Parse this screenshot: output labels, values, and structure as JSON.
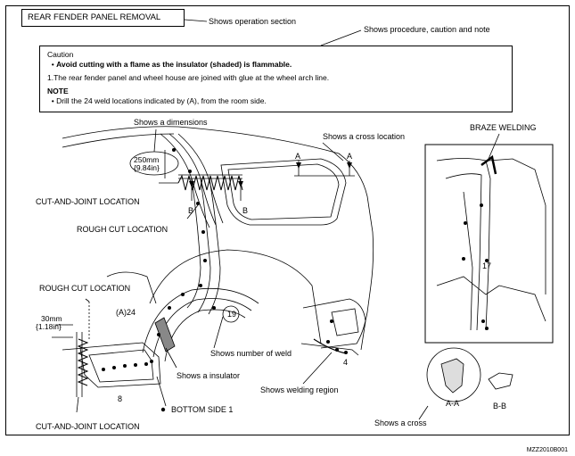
{
  "title": "REAR FENDER PANEL REMOVAL",
  "callouts": {
    "operation_section": "Shows operation section",
    "procedure": "Shows procedure, caution and note",
    "dimensions": "Shows a dimensions",
    "cross_location": "Shows a cross location",
    "braze_welding": "BRAZE WELDING",
    "cut_joint_top": "CUT-AND-JOINT LOCATION",
    "rough_cut_top": "ROUGH CUT LOCATION",
    "rough_cut_left": "ROUGH CUT LOCATION",
    "number_of_weld": "Shows number of weld",
    "insulator": "Shows a insulator",
    "welding_region": "Shows welding region",
    "bottom_side": "BOTTOM SIDE 1",
    "cut_joint_bottom": "CUT-AND-JOINT LOCATION",
    "cross": "Shows a cross"
  },
  "caution_box": {
    "heading": "Caution",
    "bullet": "Avoid cutting with a flame as the insulator (shaded) is flammable.",
    "step1": "1.The rear fender panel and wheel house are joined with glue at the wheel arch line.",
    "note_heading": "NOTE",
    "note": "Drill the 24 weld locations indicated by (A), from the room side."
  },
  "dimensions": {
    "top_mm": "250mm",
    "top_in": "{9.84in}",
    "left_mm": "30mm",
    "left_in": "{1.18in}"
  },
  "markers": {
    "a": "A",
    "b": "B",
    "a24": "(A)24",
    "weld_count": "19",
    "n4": "4",
    "n8": "8",
    "n17": "17",
    "aa": "A-A",
    "bb": "B-B"
  },
  "figure_id": "MZZ2010B001"
}
